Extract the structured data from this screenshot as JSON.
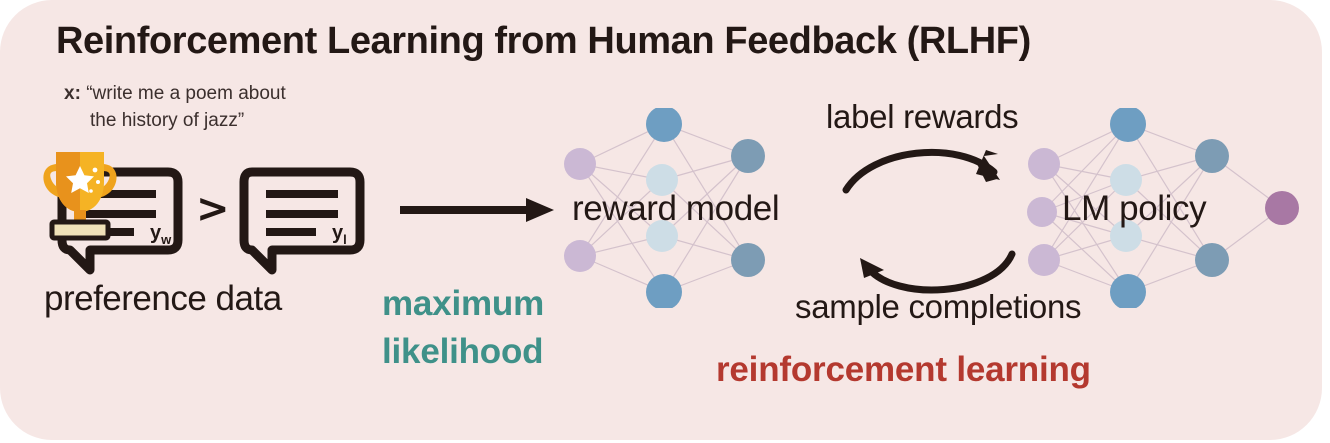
{
  "figure": {
    "title": "Reinforcement Learning from Human Feedback (RLHF)",
    "background_color": "#f6e7e5",
    "page_background": "#ffffff"
  },
  "prompt": {
    "label": "x:",
    "line1": "“write me a poem about",
    "line2": "the history of jazz”"
  },
  "preference": {
    "caption": "preference data",
    "winner_subscript": "y",
    "winner_sub": "w",
    "loser_subscript": "y",
    "loser_sub": "l",
    "comparator": ">",
    "trophy_icon": "trophy-icon"
  },
  "training": {
    "arrow_icon": "right-arrow-icon",
    "objective_line1": "maximum",
    "objective_line2": "likelihood",
    "objective_color": "#3f9189"
  },
  "reward_model": {
    "label": "reward model",
    "node_layers": [
      2,
      4,
      2
    ],
    "input_color": "#cbb8d4",
    "hidden_color": "#cddde6",
    "accent_color": "#6e9ec2",
    "output_color": "#7d9cb4"
  },
  "lm_policy": {
    "label": "LM policy",
    "node_layers": [
      3,
      4,
      2,
      1
    ],
    "input_color": "#cbb8d4",
    "hidden_color": "#cddde6",
    "accent_color": "#6e9ec2",
    "output_color": "#a878a4"
  },
  "cycle": {
    "top_label": "label rewards",
    "top_arrow_icon": "curved-arrow-right-icon",
    "bottom_label": "sample completions",
    "bottom_arrow_icon": "curved-arrow-left-icon"
  },
  "method": {
    "caption": "reinforcement learning",
    "color": "#b4392f"
  }
}
